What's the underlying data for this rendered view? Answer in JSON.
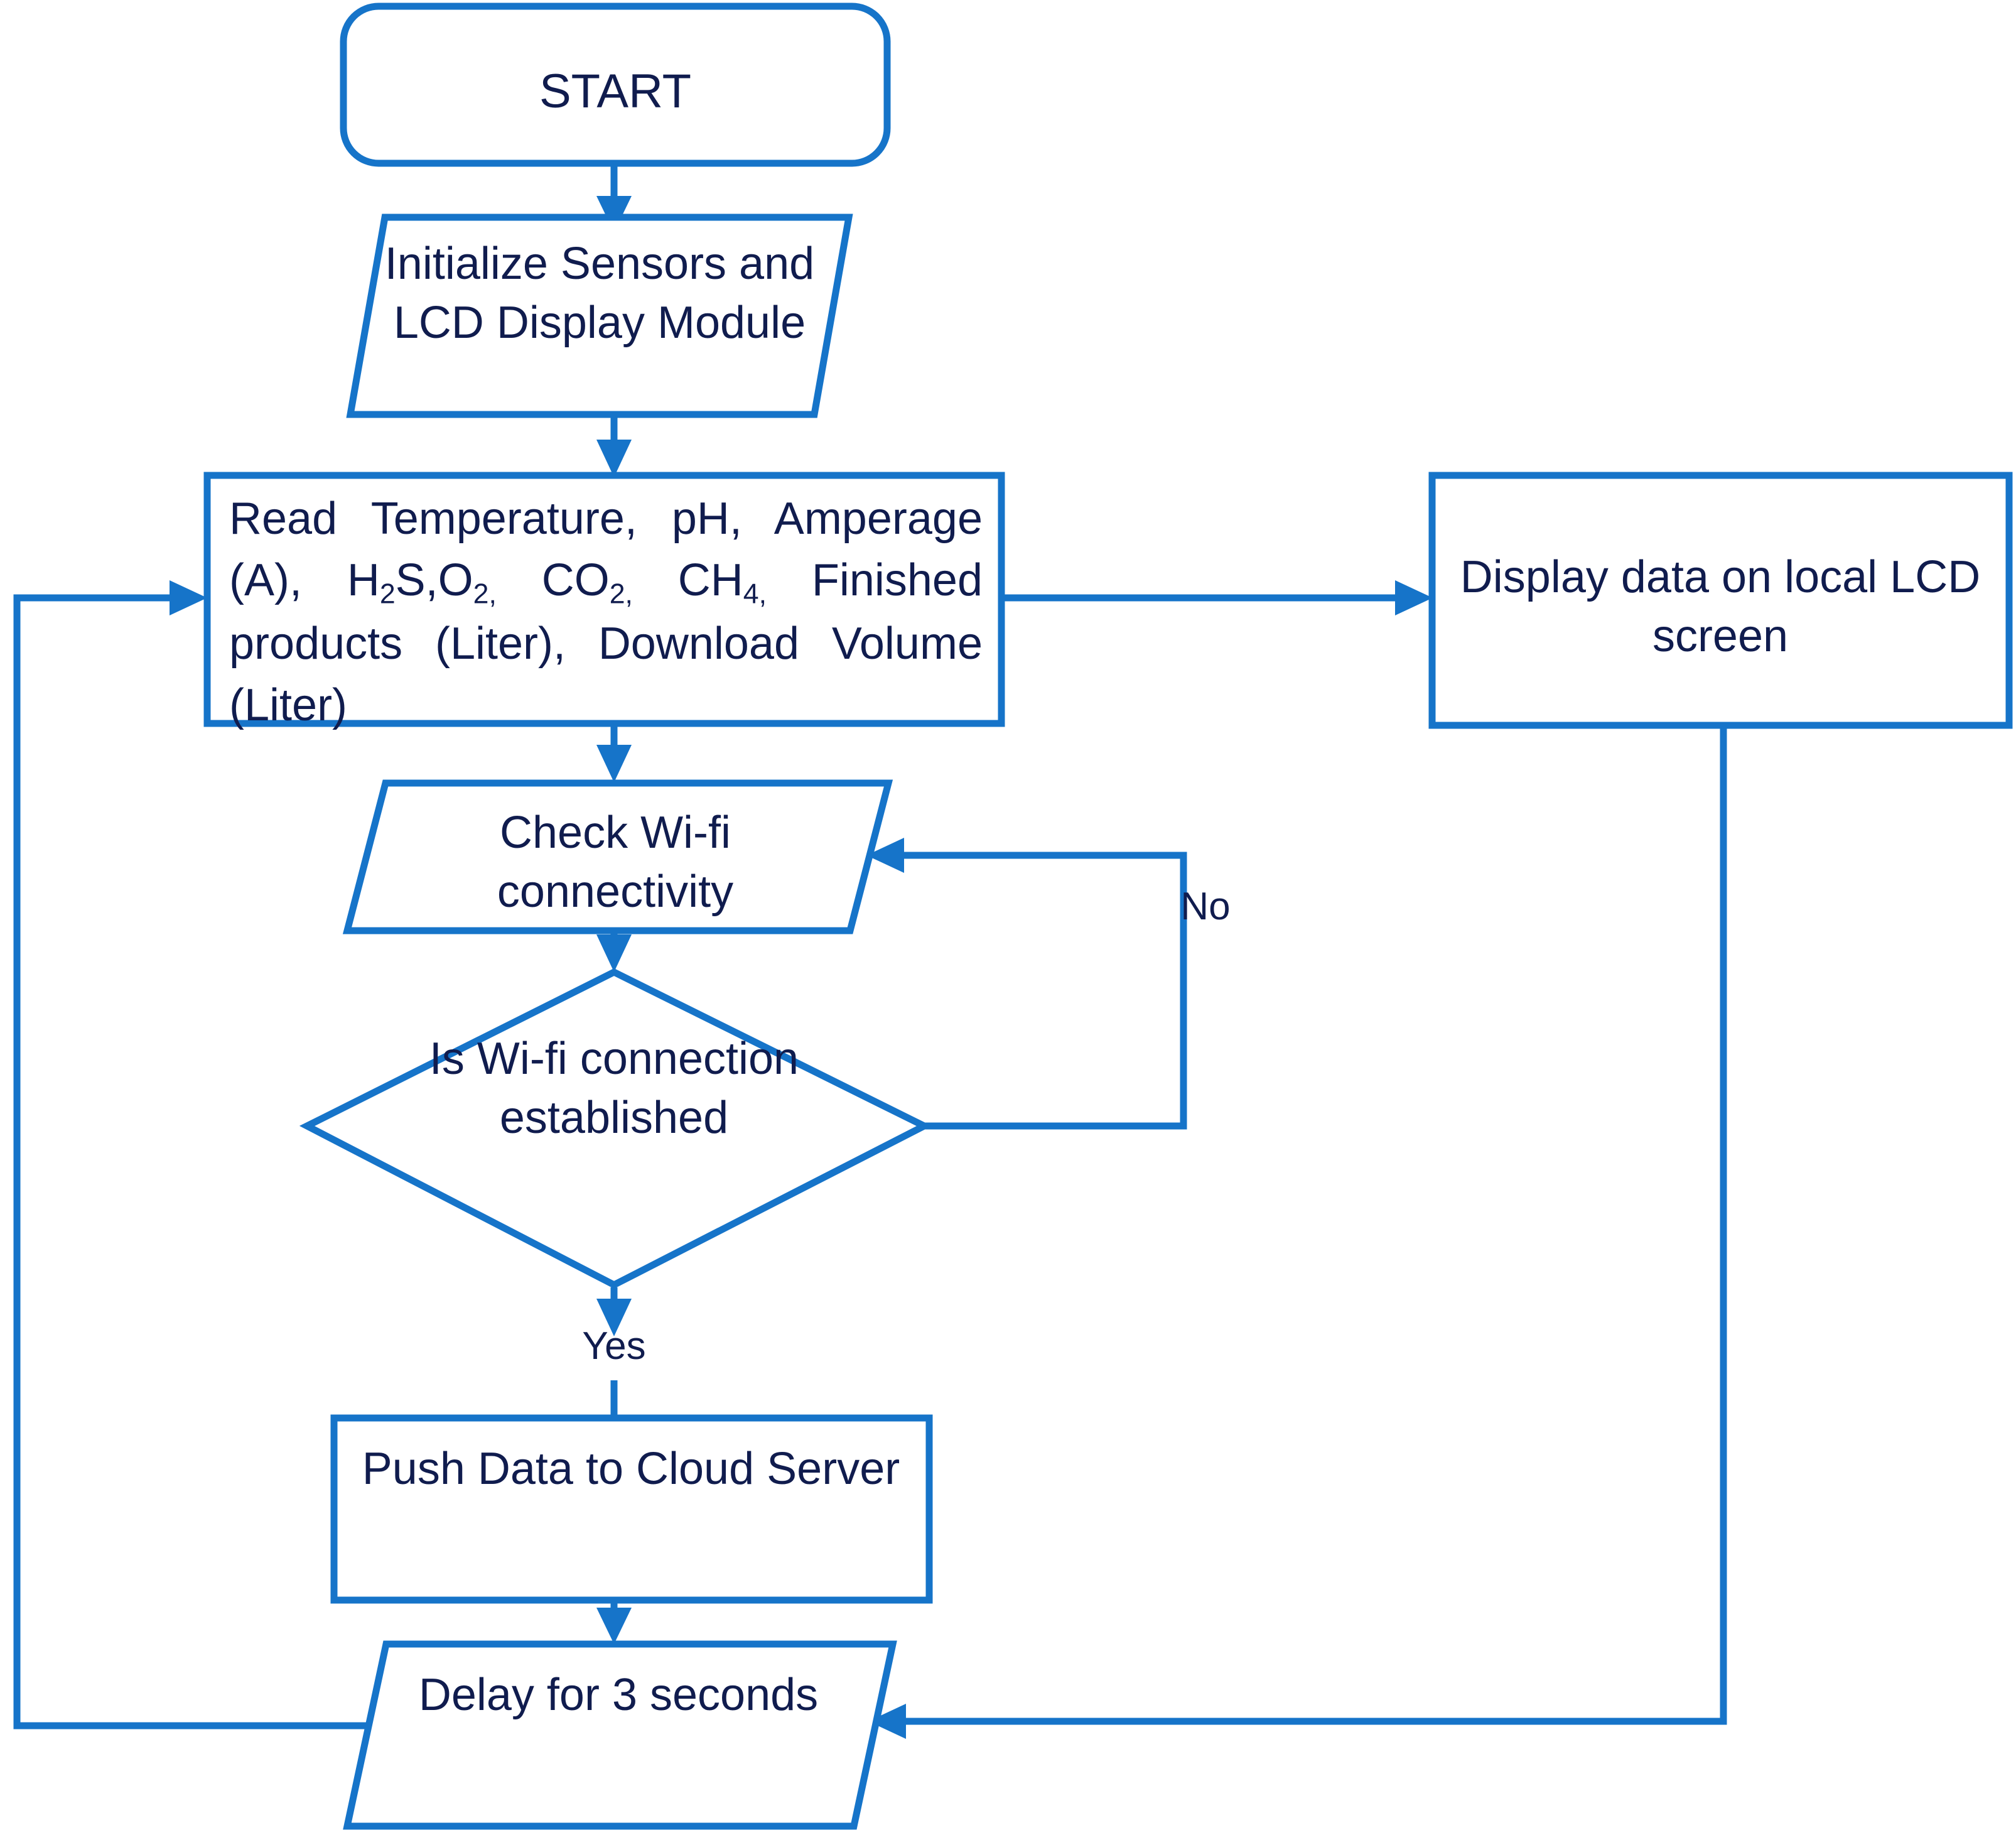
{
  "diagram": {
    "title": "IoT sensor monitoring flowchart",
    "colors": {
      "stroke": "#1674C9",
      "text": "#101C4E",
      "background": "#FFFFFF"
    },
    "nodes": {
      "start": {
        "shape": "terminator",
        "label": "START"
      },
      "initialize": {
        "shape": "parallelogram",
        "label": "Initialize Sensors and LCD Display Module"
      },
      "read": {
        "shape": "process",
        "label_parts": {
          "line1": "Read  Temperature,  pH,  Amperage (A),  H",
          "sub1": "2",
          "mid1": "S,O",
          "sub2": "2,",
          "mid2": "  CO",
          "sub3": "2,",
          "mid3": "  CH",
          "sub4": "4,",
          "tail": "  Finished products  (Liter),  Download  Volume (Liter)"
        },
        "label_plain": "Read Temperature, pH, Amperage (A), H2S,O2, CO2, CH4, Finished products (Liter), Download Volume (Liter)"
      },
      "display": {
        "shape": "process",
        "label": "Display data on local LCD screen"
      },
      "check_wifi": {
        "shape": "parallelogram",
        "label": "Check Wi-fi connectivity"
      },
      "decision": {
        "shape": "diamond",
        "label": "Is Wi-fi connection established"
      },
      "push": {
        "shape": "process",
        "label": "Push Data to Cloud Server"
      },
      "delay": {
        "shape": "parallelogram",
        "label": "Delay for 3 seconds"
      }
    },
    "edge_labels": {
      "no": "No",
      "yes": "Yes"
    }
  }
}
